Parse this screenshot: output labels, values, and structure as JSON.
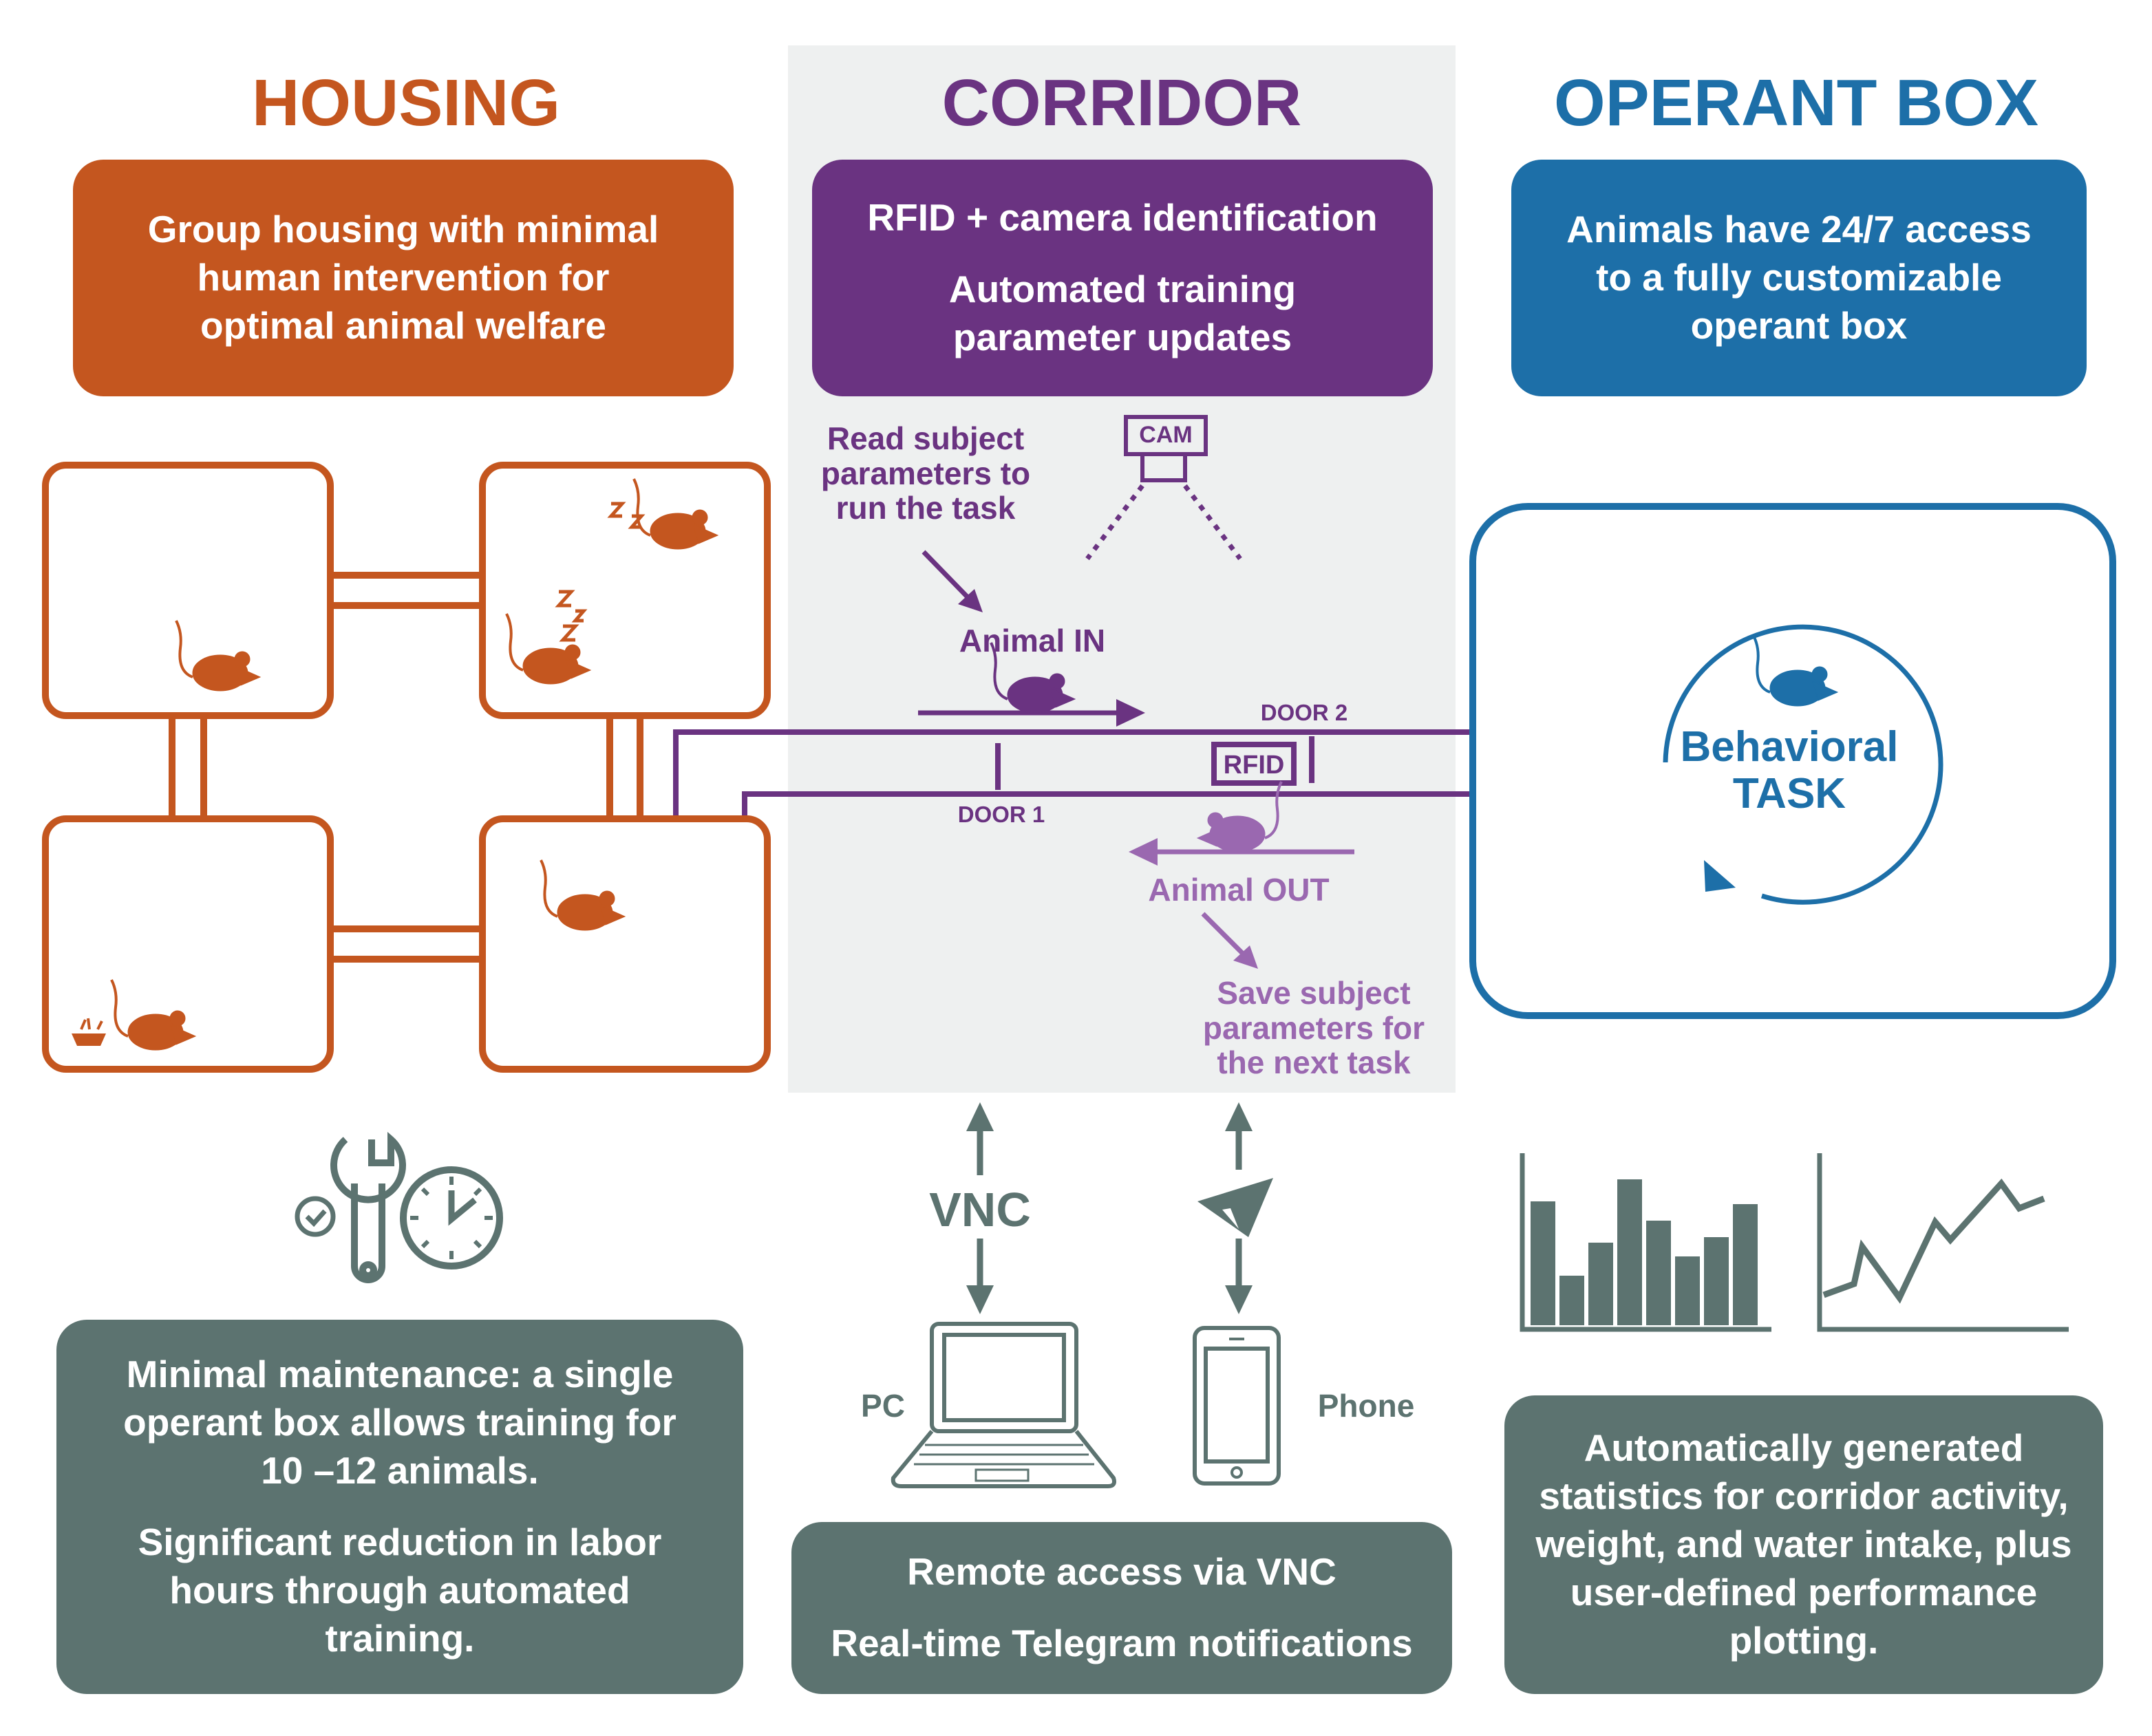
{
  "housing": {
    "heading": "HOUSING",
    "description": "Group housing with minimal human intervention for optimal animal welfare",
    "maintenance_line1": "Minimal maintenance: a single operant box allows training for 10 –12 animals.",
    "maintenance_line2": "Significant reduction in labor hours through automated training."
  },
  "corridor": {
    "heading": "CORRIDOR",
    "line1": "RFID + camera identification",
    "line2": "Automated training parameter updates",
    "read_params": "Read subject parameters to run the task",
    "camera_label": "CAM",
    "animal_in": "Animal IN",
    "door1": "DOOR 1",
    "door2": "DOOR 2",
    "rfid_label": "RFID",
    "animal_out": "Animal OUT",
    "save_params": "Save subject parameters for the next task"
  },
  "operant_box": {
    "heading": "OPERANT BOX",
    "description": "Animals have 24/7 access to a fully customizable operant box",
    "task_line1": "Behavioral",
    "task_line2": "TASK",
    "stats": "Automatically generated statistics for corridor activity, weight, and water intake, plus user-defined performance plotting."
  },
  "remote": {
    "vnc": "VNC",
    "pc": "PC",
    "phone": "Phone",
    "line1": "Remote access via VNC",
    "line2": "Real-time Telegram notifications"
  },
  "colors": {
    "housing": "#c4561f",
    "corridor": "#6a3381",
    "corridor_light": "#9a68b0",
    "operant": "#1d6fa8",
    "slate": "#5c7370"
  },
  "icons": [
    "mouse-icon",
    "sleep-z-icon",
    "food-icon",
    "wrench-icon",
    "check-icon",
    "clock-icon",
    "laptop-icon",
    "phone-icon",
    "telegram-icon",
    "camera-icon",
    "bar-chart-icon",
    "line-chart-icon"
  ]
}
